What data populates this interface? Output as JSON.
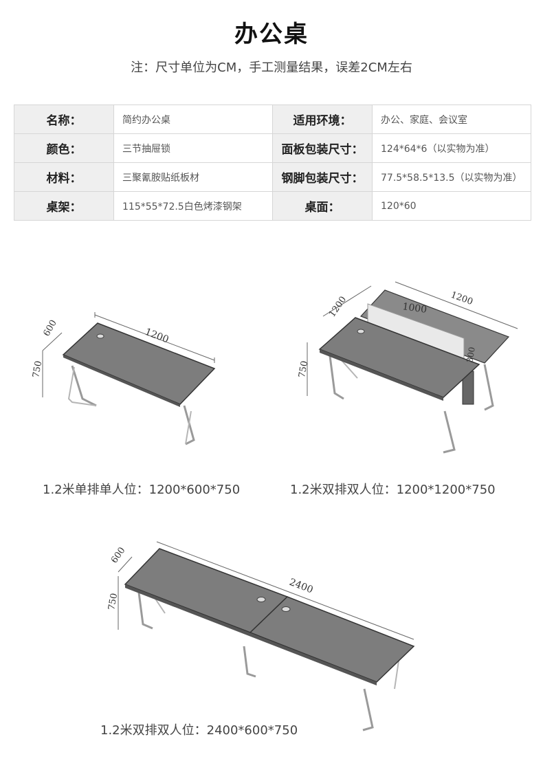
{
  "title": "办公桌",
  "note": "注：尺寸单位为CM，手工测量结果，误差2CM左右",
  "specs": [
    {
      "k1": "名称：",
      "v1": "简约办公桌",
      "k2": "适用环境：",
      "v2": "办公、家庭、会议室"
    },
    {
      "k1": "颜色：",
      "v1": "三节抽屉锁",
      "k2": "面板包装尺寸：",
      "v2": "124*64*6（以实物为准）"
    },
    {
      "k1": "材料：",
      "v1": "三聚氰胺贴纸板材",
      "k2": "钢脚包装尺寸：",
      "v2": "77.5*58.5*13.5（以实物为准）"
    },
    {
      "k1": "桌架：",
      "v1": "115*55*72.5白色烤漆钢架",
      "k2": "桌面：",
      "v2": "120*60"
    }
  ],
  "figures": {
    "single": {
      "caption": "1.2米单排单人位：1200*600*750",
      "dims": {
        "width": "1200",
        "depth": "600",
        "height": "750"
      }
    },
    "double": {
      "caption": "1.2米双排双人位：1200*1200*750",
      "dims": {
        "width": "1200",
        "depth": "1200",
        "height": "750",
        "screen_width": "1000",
        "screen_height": "300"
      }
    },
    "long": {
      "caption": "1.2米双排双人位：2400*600*750",
      "dims": {
        "width": "2400",
        "depth": "600",
        "height": "750"
      }
    }
  },
  "colors": {
    "desktop_fill": "#7d7d7d",
    "desktop_edge": "#333333",
    "frame": "#9a9a9a",
    "screen": "#e9e9e9"
  }
}
